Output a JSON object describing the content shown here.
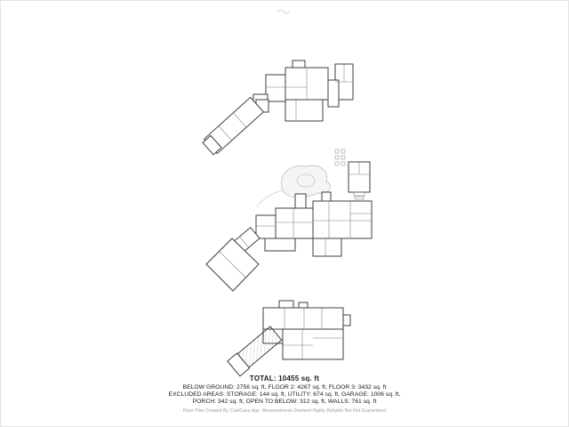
{
  "summary": {
    "total": "TOTAL: 10455 sq. ft",
    "floors_line": "BELOW GROUND: 2756 sq. ft, FLOOR 2: 4267 sq. ft, FLOOR 3: 3432 sq. ft",
    "excluded_line1": "EXCLUDED AREAS: STORAGE: 144 sq. ft, UTILITY: 674 sq. ft, GARAGE: 1006 sq. ft,",
    "excluded_line2": "PORCH: 342 sq. ft, OPEN TO BELOW: 312 sq. ft, WALLS: 761 sq. ft"
  },
  "footer": {
    "disclaimer": "Floor Plan Created By CubiCasa App. Measurements Deemed Highly Reliable But Not Guaranteed"
  },
  "icons": {
    "top_mark": "fold-mark-icon"
  }
}
